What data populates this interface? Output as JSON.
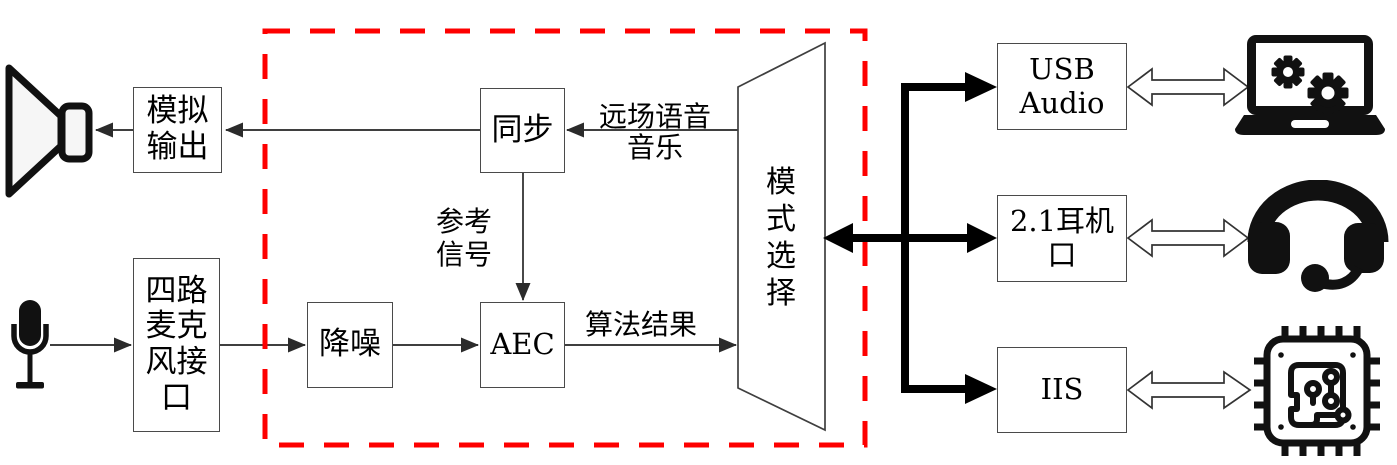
{
  "diagram": {
    "boxes": {
      "analog_output": "模拟\n输出",
      "mic_interface": "四路\n麦克\n风接\n口",
      "sync": "同步",
      "denoise": "降噪",
      "aec": "AEC",
      "mode_select": "模\n式\n选\n择",
      "usb_audio": "USB\nAudio",
      "headphone_jack": "2.1耳机\n口",
      "iis": "IIS"
    },
    "arrow_labels": {
      "far_field_music": "远场语音\n音乐",
      "reference_signal": "参考\n信号",
      "algorithm_result": "算法结果"
    },
    "icons": {
      "speaker": "speaker-icon",
      "microphone": "microphone-icon",
      "laptop": "laptop-gears-icon",
      "headset": "headset-mic-icon",
      "chip": "chip-icon"
    },
    "colors": {
      "boundary_red": "#FE0000",
      "thin_line": "#3F3F3F",
      "thick_line": "#000000",
      "box_border": "#4A4A4A"
    }
  }
}
